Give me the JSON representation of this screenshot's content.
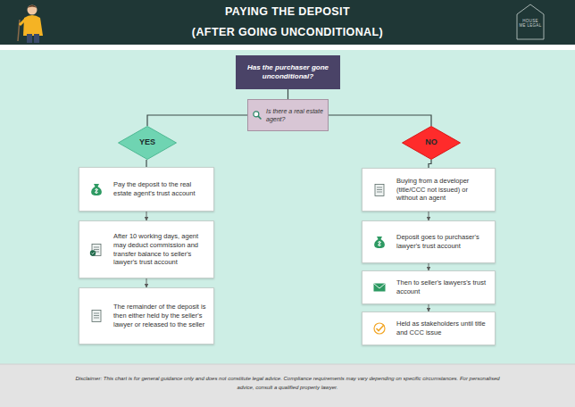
{
  "diagram": {
    "title": "PAYING THE DEPOSIT",
    "caption": "Disclaimer: This chart is for general guidance only and does not constitute legal advice. Compliance requirements may vary depending on specific circumstances. For personalised advice, consult a qualified property lawyer.",
    "nodes": [
      {
        "text": [
          "Has the purchaser gone unconditional?"
        ]
      },
      {
        "text": [
          "Is there a real estate agent?"
        ]
      },
      {
        "text": [
          "YES"
        ]
      },
      {
        "text": [
          "NO"
        ]
      },
      {
        "text": [
          "Pay the deposit to the real estate agent's trust account"
        ]
      },
      {
        "text": [
          "After 10 working days, agent may deduct commission and transfer balance to seller's lawyer's trust account"
        ]
      },
      {
        "text": [
          "The remainder of the deposit is then either held by the seller's lawyer or released to the seller"
        ]
      },
      {
        "text": [
          "Buying from a developer (title/CCC not issued) or without an agent"
        ]
      },
      {
        "text": [
          "Deposit goes to purchaser's lawyer's trust account"
        ]
      },
      {
        "text": [
          "Then to seller's lawyers's trust account"
        ]
      },
      {
        "text": [
          "Held as stakeholders until title and CCC issue"
        ]
      }
    ],
    "edges": [
      {
        "from": 0,
        "to": 1,
        "arrow": "none"
      },
      {
        "from": 1,
        "to": 2,
        "arrow": "none"
      },
      {
        "from": 1,
        "to": 3,
        "arrow": "none"
      },
      {
        "from": 2,
        "to": 4,
        "arrow": "none"
      },
      {
        "from": 4,
        "to": 5,
        "arrow": "to"
      },
      {
        "from": 5,
        "to": 6,
        "arrow": "to"
      },
      {
        "from": 3,
        "to": 7,
        "arrow": "none"
      },
      {
        "from": 7,
        "to": 8,
        "arrow": "to"
      },
      {
        "from": 8,
        "to": 9,
        "arrow": "to"
      },
      {
        "from": 9,
        "to": 10,
        "arrow": "to"
      }
    ],
    "labels": [
      "(AFTER GOING UNCONDITIONAL)",
      "HOUSE ME LEGAL"
    ]
  }
}
